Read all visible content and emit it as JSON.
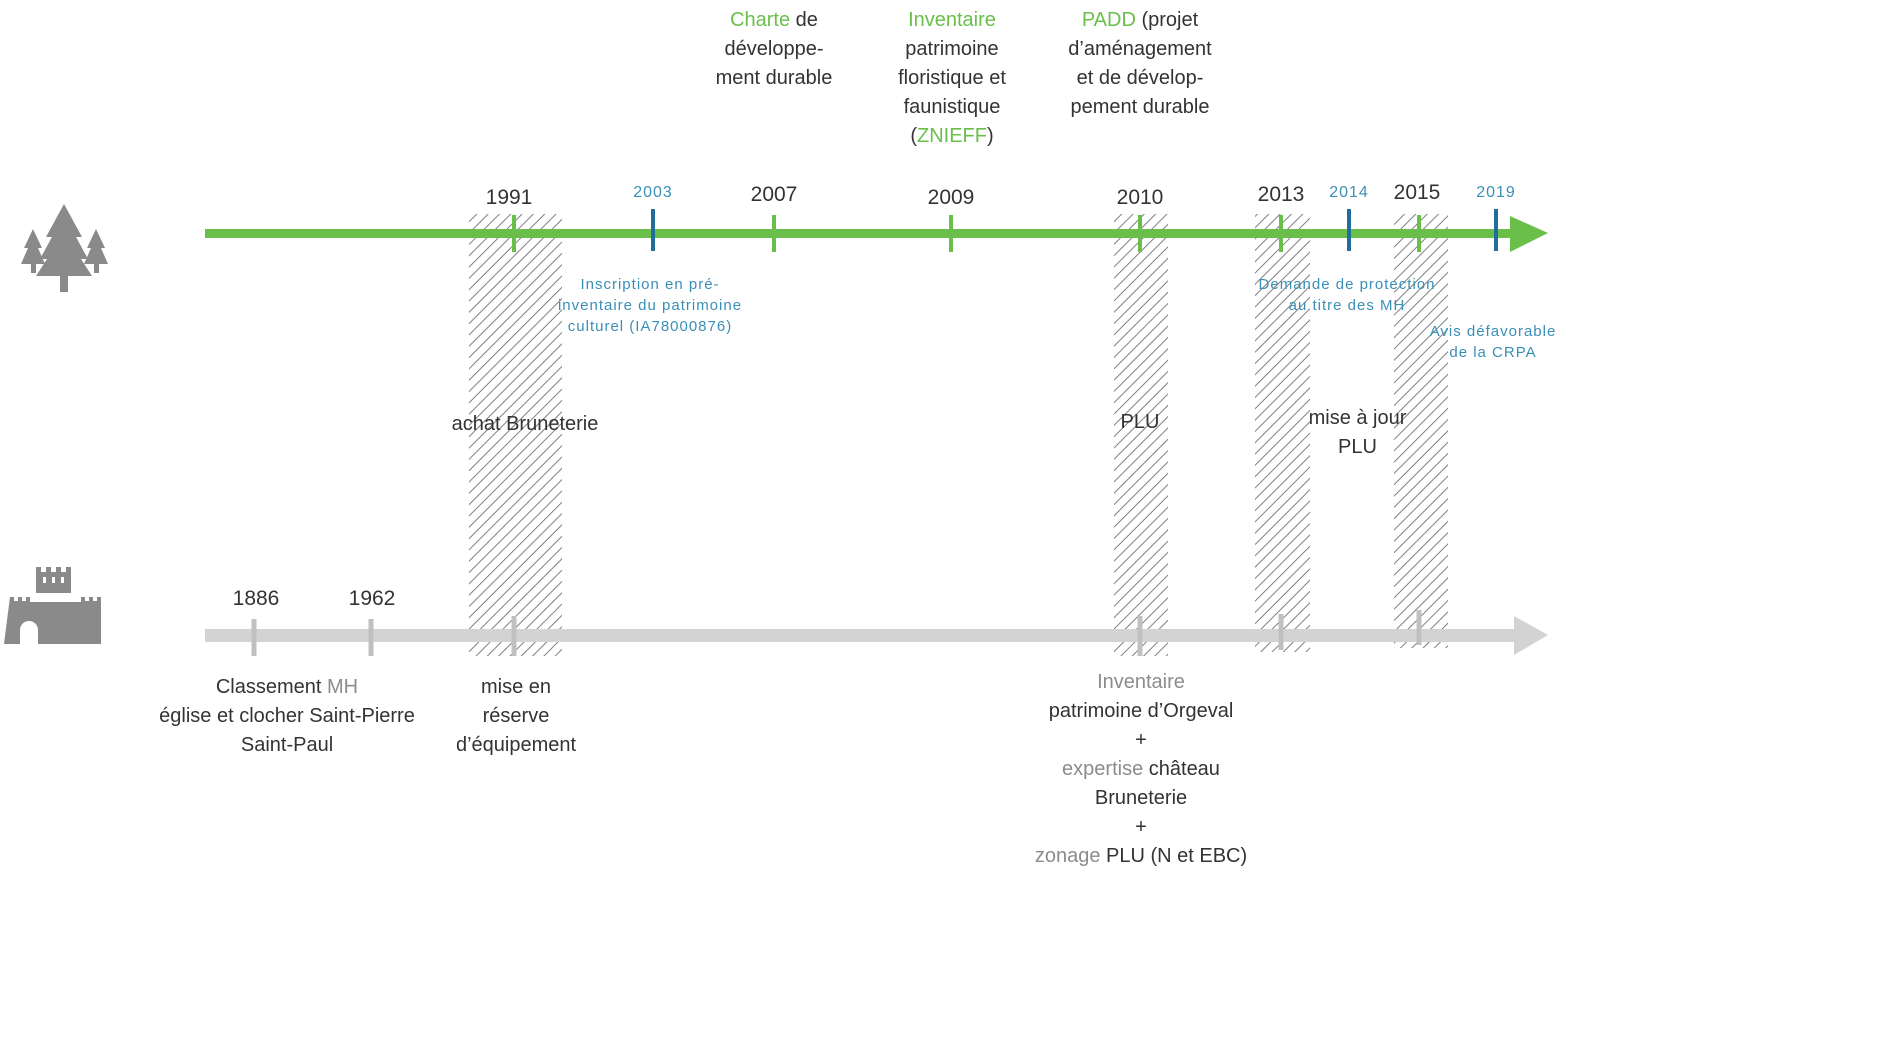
{
  "top_timeline": {
    "years": [
      "1991",
      "2007",
      "2009",
      "2010",
      "2013",
      "2015"
    ],
    "blue_years": [
      "2003",
      "2014",
      "2019"
    ],
    "events_above": {
      "e2007": {
        "a": "Charte",
        "b": " de",
        "c": "développe-",
        "d": "ment durable"
      },
      "e2009": {
        "a": "Inventaire",
        "b": "patrimoine",
        "c": "floristique et",
        "d": "faunistique",
        "e1": "(",
        "e2": "ZNIEFF",
        "e3": ")"
      },
      "e2010": {
        "a": "PADD",
        "b": " (projet",
        "c": "d’aménagement",
        "d": "et de dévelop-",
        "e": "pement durable"
      }
    },
    "blue_notes": {
      "n2003": [
        "Inscription en pré-",
        "inventaire du patrimoine",
        "culturel (IA78000876)"
      ],
      "n2014": [
        "Demande de protection",
        "au titre des MH"
      ],
      "n2019": [
        "Avis défavorable",
        "de la CRPA"
      ]
    },
    "middle_labels": {
      "achat": "achat Bruneterie",
      "plu": "PLU",
      "maj1": "mise à jour",
      "maj2": "PLU"
    }
  },
  "bottom_timeline": {
    "years": [
      "1886",
      "1962"
    ],
    "classement": {
      "a": "Classement ",
      "b": "MH",
      "c": "église et clocher Saint-Pierre",
      "d": "Saint-Paul"
    },
    "reserve": [
      "mise en",
      "réserve",
      "d’équipement"
    ],
    "inventaire": {
      "l1": "Inventaire",
      "l2": "patrimoine d’Orgeval",
      "plus": "+",
      "l3a": "expertise",
      "l3b": " château",
      "l4": "Bruneterie",
      "l5a": "zonage",
      "l5b": " PLU (N et EBC)"
    }
  },
  "colors": {
    "green": "#6abf4b",
    "blue_tick": "#1f6e9c",
    "blue_text": "#3a8fb7",
    "grey_line": "#d3d3d3",
    "icon": "#8a8a8a"
  },
  "icons": [
    "forest-icon",
    "castle-icon"
  ]
}
